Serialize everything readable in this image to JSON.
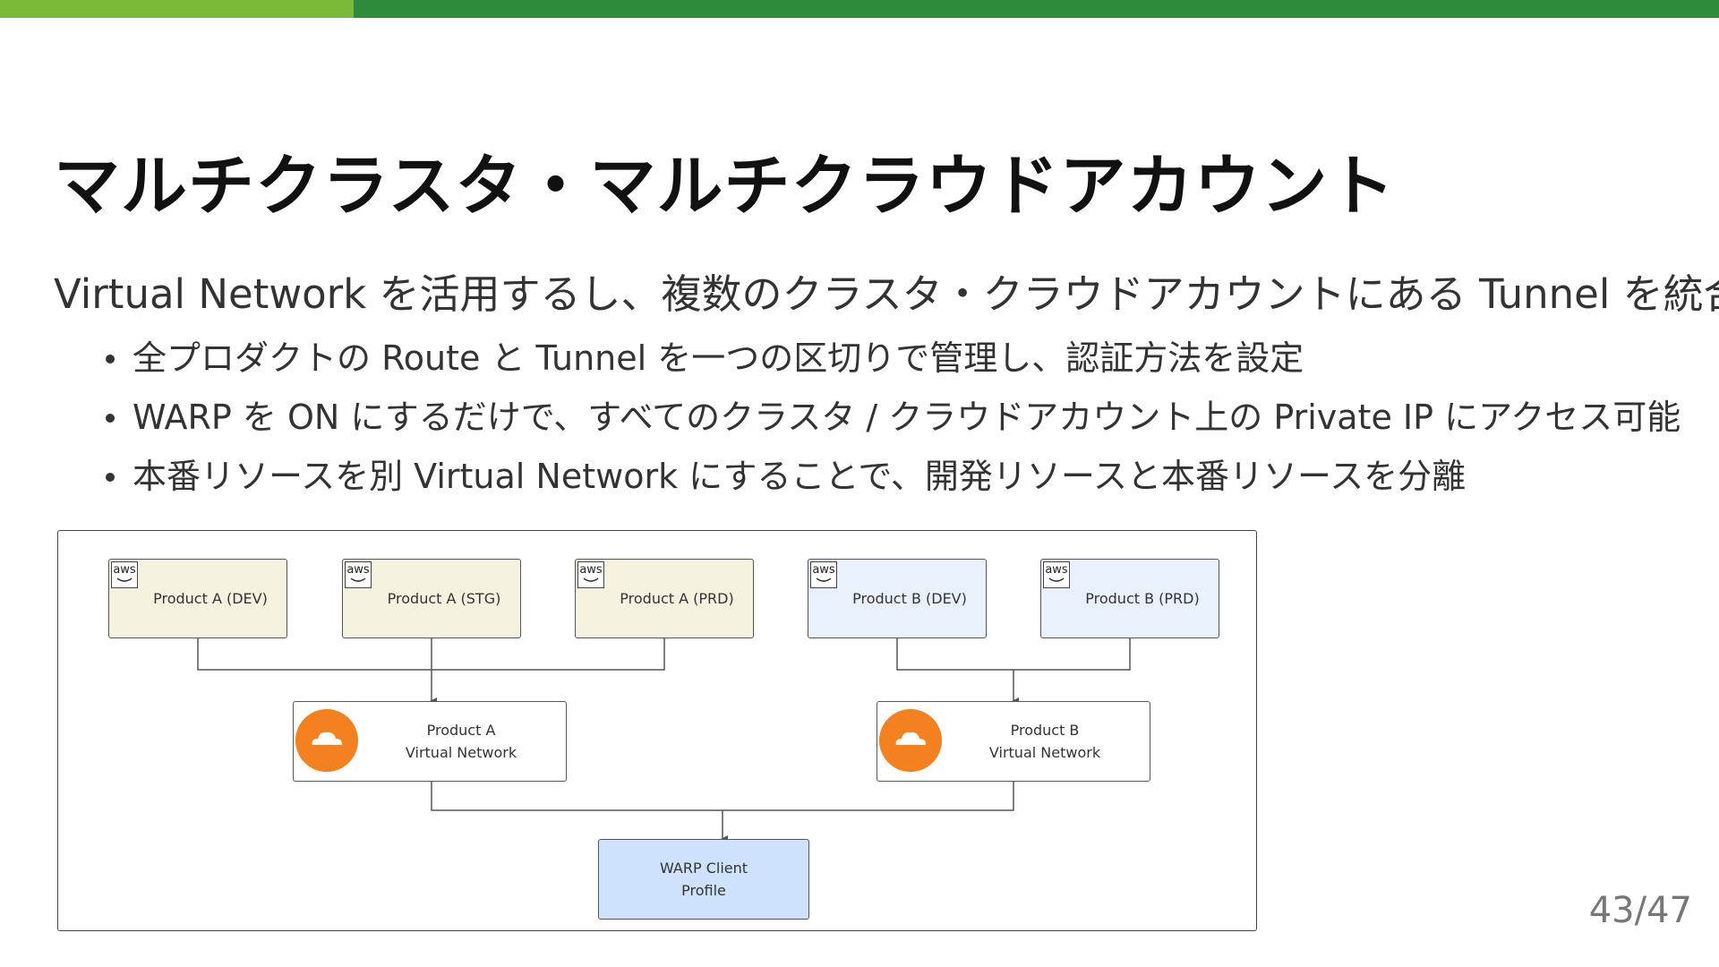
{
  "slide": {
    "title": "マルチクラスタ・マルチクラウドアカウント",
    "lead": "Virtual Network を活用するし、複数のクラスタ・クラウドアカウントにある Tunnel を統合",
    "bullets": [
      "全プロダクトの Route と Tunnel を一つの区切りで管理し、認証方法を設定",
      "WARP を ON にするだけで、すべてのクラスタ / クラウドアカウント上の Private IP にアクセス可能",
      "本番リソースを別 Virtual Network にすることで、開発リソースと本番リソースを分離"
    ],
    "page_number": "43/47"
  },
  "diagram": {
    "aws_badge_text": "aws",
    "aws_nodes": [
      {
        "label": "Product A (DEV)"
      },
      {
        "label": "Product A  (STG)"
      },
      {
        "label": "Product A (PRD)"
      },
      {
        "label": "Product B (DEV)"
      },
      {
        "label": "Product B (PRD)"
      }
    ],
    "virtual_networks": [
      {
        "line1": "Product A",
        "line2": "Virtual Network"
      },
      {
        "line1": "Product B",
        "line2": "Virtual Network"
      }
    ],
    "warp": {
      "line1": "WARP Client",
      "line2": "Profile"
    }
  },
  "colors": {
    "accent_light": "#7cb83a",
    "accent_dark": "#2e8b3e",
    "product_a_fill": "#f6f2e0",
    "product_b_fill": "#e9f1fd",
    "warp_fill": "#cfe2fb",
    "cloudflare_orange": "#f48120"
  }
}
